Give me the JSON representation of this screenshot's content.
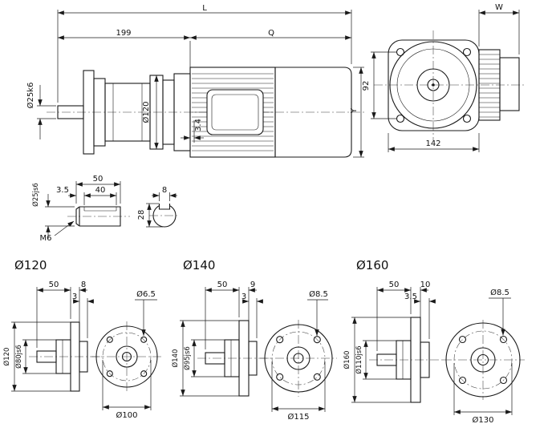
{
  "drawing": {
    "main_side_view": {
      "dim_overall_length": "L",
      "dim_gear_length": "199",
      "dim_motor_length": "Q",
      "dim_shaft_dia": "Ø25k6",
      "dim_housing_dia": "Ø120",
      "dim_flange_gap": "3.4",
      "dim_motor_dia": "Y"
    },
    "main_front_view": {
      "dim_box_width": "W",
      "dim_vertical": "92",
      "dim_horizontal": "142"
    },
    "shaft_detail": {
      "dim_length": "50",
      "dim_chamfer": "3.5",
      "dim_key_length": "40",
      "dim_dia": "Ø25js6",
      "thread_label": "M6"
    },
    "key_section": {
      "dim_key_width": "8",
      "dim_height": "28"
    },
    "flanges": [
      {
        "title": "Ø120",
        "dim_length": "50",
        "dim_thickness": "8",
        "dim_spigot": "3",
        "dim_hole": "Ø6.5",
        "dim_outer": "Ø120",
        "dim_pilot": "Ø80js6",
        "dim_bolt_circle": "Ø100"
      },
      {
        "title": "Ø140",
        "dim_length": "50",
        "dim_thickness": "9",
        "dim_spigot": "3",
        "dim_hole": "Ø8.5",
        "dim_outer": "Ø140",
        "dim_pilot": "Ø95js6",
        "dim_bolt_circle": "Ø115"
      },
      {
        "title": "Ø160",
        "dim_length": "50",
        "dim_thickness": "10",
        "dim_spigot": "3.5",
        "dim_hole": "Ø8.5",
        "dim_outer": "Ø160",
        "dim_pilot": "Ø110js6",
        "dim_bolt_circle": "Ø130"
      }
    ]
  }
}
